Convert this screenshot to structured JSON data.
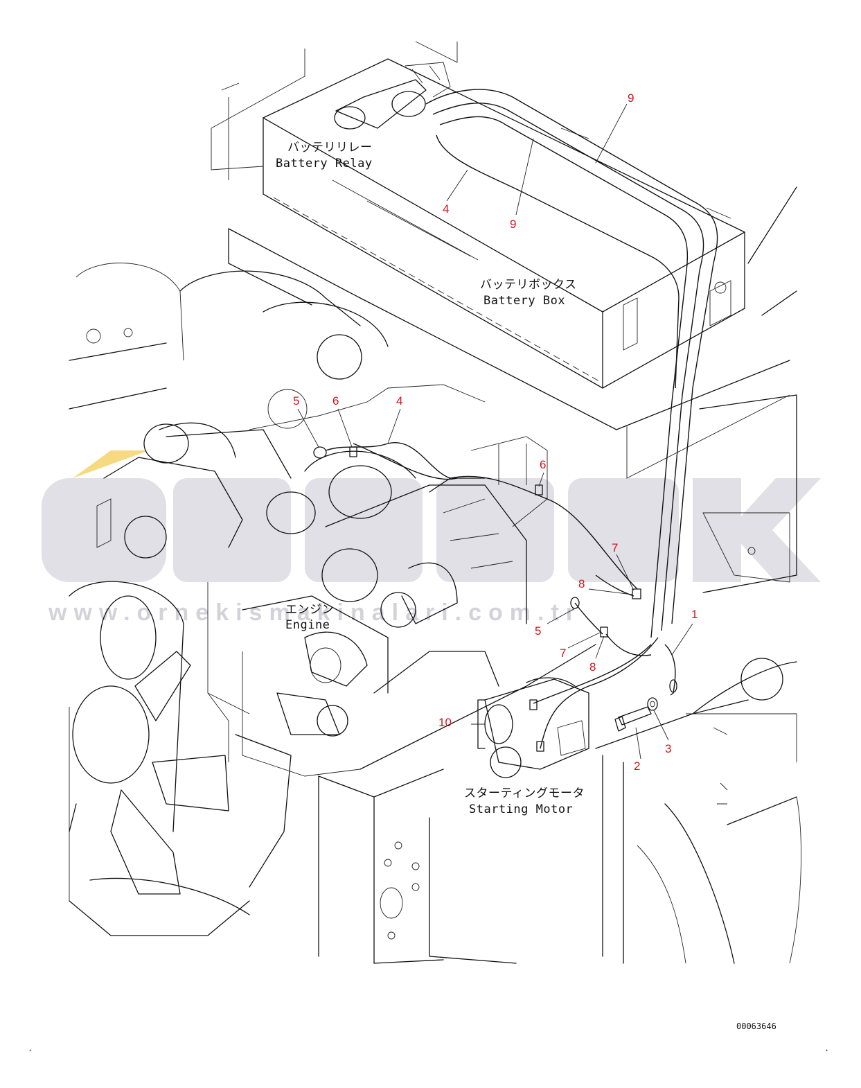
{
  "labels": {
    "battery_relay_jp": "バッテリリレー",
    "battery_relay_en": "Battery Relay",
    "battery_box_jp": "バッテリボックス",
    "battery_box_en": "Battery Box",
    "engine_jp": "エンジン",
    "engine_en": "Engine",
    "starting_motor_jp": "スターティングモータ",
    "starting_motor_en": "Starting Motor"
  },
  "callouts": [
    "9",
    "4",
    "9",
    "5",
    "6",
    "4",
    "6",
    "7",
    "8",
    "1",
    "5",
    "7",
    "8",
    "10",
    "2",
    "3"
  ],
  "watermark": {
    "logo": "ORNEK",
    "url": "www.ornekismakinalari.com.tr"
  },
  "drawing_code": "00063646",
  "colors": {
    "line": "#111111",
    "callout": "#d0141b",
    "watermark": "#d6d6dd",
    "watermark_accent": "#f2c94c"
  }
}
